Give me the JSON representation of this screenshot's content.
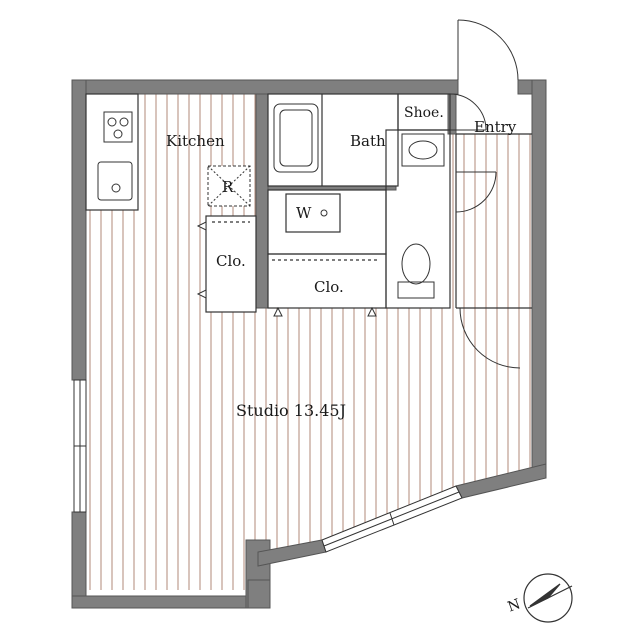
{
  "rooms": {
    "kitchen": "Kitchen",
    "refrigerator": "R",
    "closet_small": "Clo.",
    "closet_main": "Clo.",
    "bath": "Bath",
    "washer": "W",
    "shoe": "Shoe.",
    "entry": "Entry",
    "studio": "Studio 13.45J"
  },
  "compass": {
    "north_letter": "N"
  },
  "colors": {
    "wall": "#7f7f7f",
    "wall_dark": "#5a5a5a",
    "floor_line": "#b08a7a",
    "line": "#333333"
  }
}
